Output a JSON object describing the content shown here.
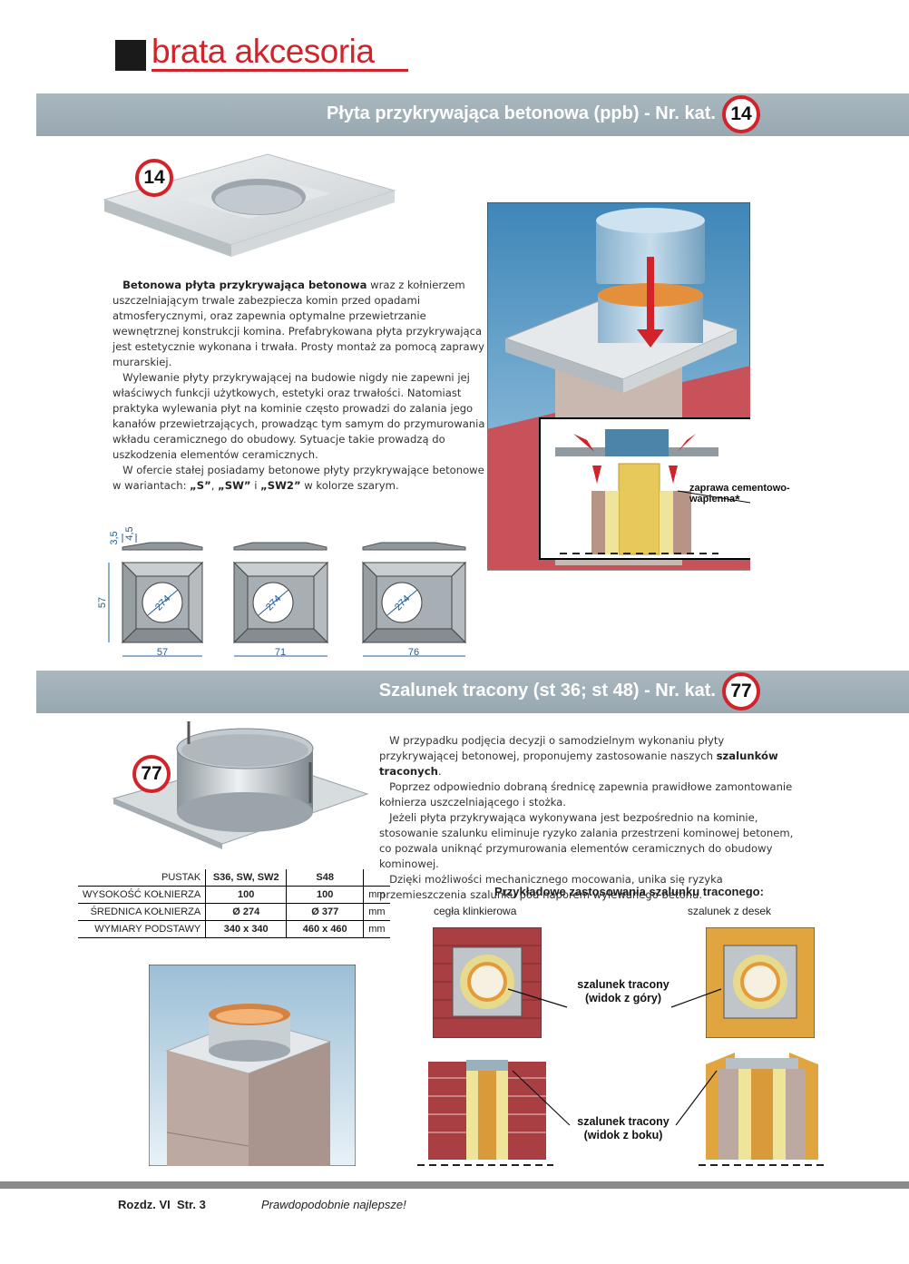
{
  "brand": {
    "name": "brata akcesoria"
  },
  "section1": {
    "title": "Płyta przykrywająca betonowa (ppb) - Nr. kat.",
    "badge": "14",
    "product_badge": "14",
    "p1_bold": "Betonowa płyta przykrywająca betonowa",
    "p1_rest": " wraz z kołnierzem uszczelniającym trwale zabezpiecza komin przed opadami atmosferycznymi, oraz zapewnia optymalne przewietrzanie wewnętrznej konstrukcji komina. Prefabrykowana płyta przykrywająca jest estetycznie wykonana i trwała. Prosty montaż za pomocą zaprawy murarskiej.",
    "p2": "Wylewanie płyty przykrywającej na budowie nigdy nie zapewni jej właściwych funkcji użytkowych, estetyki oraz trwałości. Natomiast praktyka wylewania płyt na kominie często prowadzi do zalania jego kanałów przewietrzających, prowadząc tym samym do przymurowania wkładu ceramicznego do obudowy. Sytuacje takie prowadzą do uszkodzenia elementów ceramicznych.",
    "p3_a": "W ofercie stałej posiadamy betonowe płyty przykrywające betonowe w wariantach: ",
    "p3_v1": "„S”",
    "p3_c1": ", ",
    "p3_v2": "„SW”",
    "p3_c2": " i ",
    "p3_v3": "„SW2”",
    "p3_b": " w kolorze szarym.",
    "callout": "zaprawa cementowo-wapienna",
    "callout_star": "*",
    "dims": {
      "d1": "3,5",
      "d2": "4,5",
      "height": "57",
      "w1": "57",
      "w2": "71",
      "w3": "76",
      "diam": "274"
    }
  },
  "section2": {
    "title": "Szalunek tracony (st 36; st 48) - Nr. kat.",
    "badge": "77",
    "product_badge": "77",
    "p1_a": "W przypadku podjęcia decyzji o samodzielnym wykonaniu płyty przykrywającej betonowej, proponujemy zastosowanie naszych ",
    "p1_b": "szalunków traconych",
    "p1_c": ".",
    "p2": "Poprzez odpowiednio dobraną średnicę zapewnia prawidłowe zamontowanie kołnierza uszczelniającego i stożka.",
    "p3": "Jeżeli płyta przykrywająca wykonywana jest bezpośrednio na kominie, stosowanie szalunku eliminuje ryzyko zalania przestrzeni kominowej betonem, co pozwala uniknąć przymurowania elementów ceramicznych do obudowy kominowej.",
    "p4": "Dzięki możliwości mechanicznego mocowania, unika się ryzyka przemieszczenia szalunku pod naporem wylewanego betonu.",
    "table": {
      "header": [
        "PUSTAK",
        "S36, SW, SW2",
        "S48",
        ""
      ],
      "rows": [
        [
          "WYSOKOŚĆ KOŁNIERZA",
          "100",
          "100",
          "mm"
        ],
        [
          "ŚREDNICA KOŁNIERZA",
          "Ø 274",
          "Ø 377",
          "mm"
        ],
        [
          "WYMIARY PODSTAWY",
          "340 x 340",
          "460 x 460",
          "mm"
        ]
      ]
    },
    "examples_title": "Przykładowe zastosowania szalunku traconego:",
    "label_left": "cegła klinkierowa",
    "label_right": "szalunek z desek",
    "callout_top": [
      "szalunek tracony",
      "(widok z góry)"
    ],
    "callout_side": [
      "szalunek tracony",
      "(widok z boku)"
    ]
  },
  "footer": {
    "left": "Rozdz. VI  Str. 3",
    "right": "Prawdopodobnie najlepsze!"
  },
  "colors": {
    "brand_red": "#d2232a",
    "bar_gray": "#a3b2b9"
  }
}
